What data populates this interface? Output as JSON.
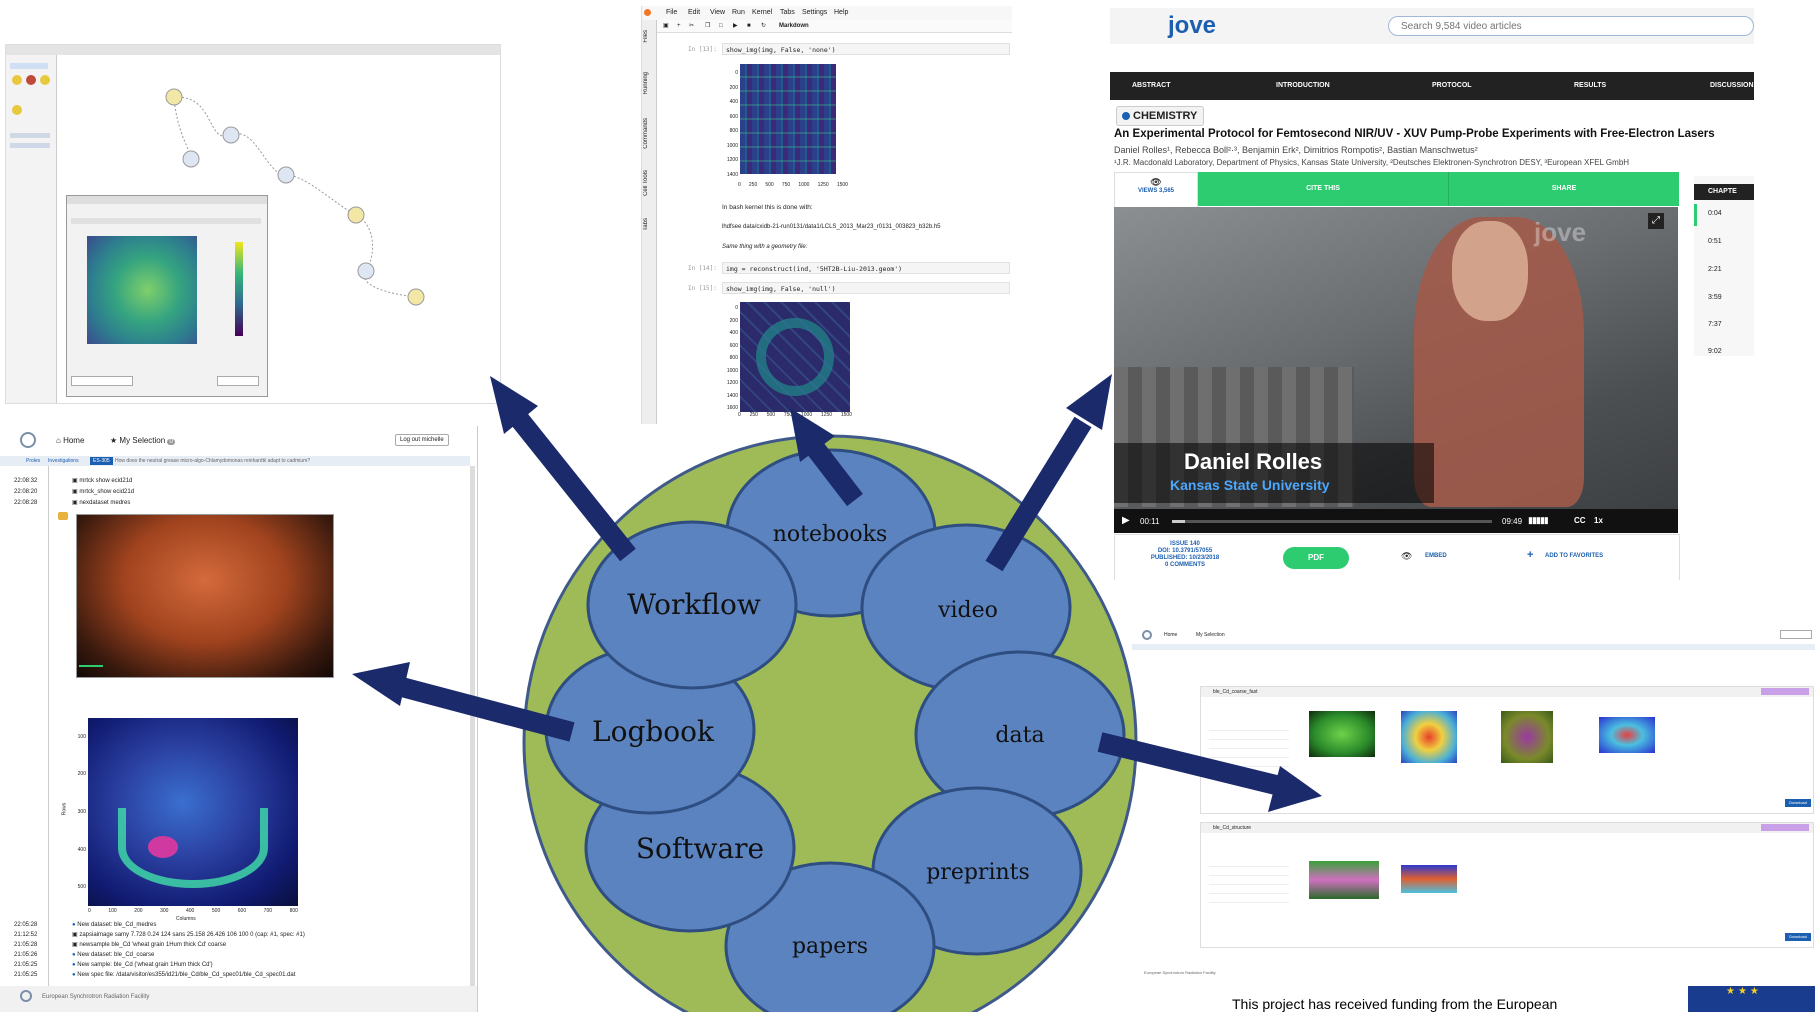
{
  "center": {
    "ring_labels": {
      "notebooks": "notebooks",
      "workflow": "Workflow",
      "video": "video",
      "logbook": "Logbook",
      "data": "data",
      "software": "Software",
      "preprints": "preprints",
      "papers": "papers"
    }
  },
  "notebook": {
    "menu": [
      "File",
      "Edit",
      "View",
      "Run",
      "Kernel",
      "Tabs",
      "Settings",
      "Help"
    ],
    "cell_type": "Markdown",
    "side_tabs": [
      "Files",
      "Running",
      "Commands",
      "Cell Tools",
      "Tabs"
    ],
    "cell1_prompt": "In [13]:",
    "cell1_code": "show_img(img, False, 'none')",
    "y_ticks": [
      "0",
      "200",
      "400",
      "600",
      "800",
      "1000",
      "1200",
      "1400"
    ],
    "x_ticks": [
      "0",
      "250",
      "500",
      "750",
      "1000",
      "1250",
      "1500"
    ],
    "md1": "In bash kernel this is done with:",
    "md2": "lhdfsee data/cxidb-21-run0131/data1/LCLS_2013_Mar23_r0131_003823_b32b.h5",
    "md3": "Same thing with a geometry file:",
    "cell2_prompt": "In [14]:",
    "cell2_code": "img = reconstruct(ind, '5HT2B-Liu-2013.geom')",
    "cell3_prompt": "In [15]:",
    "cell3_code": "show_img(img, False, 'null')",
    "y_ticks2": [
      "0",
      "200",
      "400",
      "600",
      "800",
      "1000",
      "1200",
      "1400",
      "1600"
    ],
    "x_ticks2": [
      "0",
      "250",
      "500",
      "750",
      "1000",
      "1250",
      "1500"
    ]
  },
  "jove": {
    "logo": "jove",
    "search_placeholder": "Search 9,584 video articles",
    "nav": [
      "ABSTRACT",
      "INTRODUCTION",
      "PROTOCOL",
      "RESULTS",
      "DISCUSSION"
    ],
    "section": "CHEMISTRY",
    "title": "An Experimental Protocol for Femtosecond NIR/UV - XUV Pump-Probe Experiments with Free-Electron Lasers",
    "authors": "Daniel Rolles¹, Rebecca Boll²·³, Benjamin Erk², Dimitrios Rompotis², Bastian Manschwetus²",
    "affiliations": "¹J.R. Macdonald Laboratory, Department of Physics, Kansas State University, ²Deutsches Elektronen-Synchrotron DESY, ³European XFEL GmbH",
    "views": "VIEWS 3,565",
    "cite": "CITE THIS",
    "share": "SHARE",
    "chapter_head": "CHAPTE",
    "chapters": [
      "0:04",
      "0:51",
      "2:21",
      "3:59",
      "7:37",
      "9:02"
    ],
    "speaker_name": "Daniel Rolles",
    "speaker_org": "Kansas State University",
    "time_current": "00:11",
    "time_total": "09:49",
    "cc": "CC",
    "speed": "1x",
    "issue": "ISSUE 140",
    "doi": "DOI: 10.3791/57055",
    "published": "PUBLISHED: 10/23/2018",
    "comments": "0 COMMENTS",
    "pdf": "PDF",
    "embed": "EMBED",
    "favorites": "ADD TO FAVORITES",
    "watermark": "jove"
  },
  "logbook": {
    "home": "Home",
    "selection": "My Selection",
    "selection_count": "0",
    "logout": "Log out michelle",
    "crumbs": [
      "Proles",
      "Investigations",
      "ES-305"
    ],
    "crumb_note": "How does the neutral grease micro-algo-Chlamydomonas reinhardtii adapt to cadmium?",
    "top_entries": [
      {
        "time": "22:08:32",
        "text": "mrtck show ecid21d"
      },
      {
        "time": "22:08:20",
        "text": "mrtck_show ecid21d"
      },
      {
        "time": "22:08:28",
        "text": "nexdataset medres"
      }
    ],
    "bottom_entries": [
      {
        "time": "22:05:28",
        "text": "New dataset: ble_Cd_medres"
      },
      {
        "time": "21:12:52",
        "text": "zapsiaimage samy 7.728 0.24 124 sans 25.158 26.426 106 100 0 (cap: #1, spec: #1)"
      },
      {
        "time": "21:05:28",
        "text": "newsample ble_Cd 'wheat grain 1Hum thick Cd' coarse"
      },
      {
        "time": "21:05:26",
        "text": "New dataset: ble_Cd_coarse"
      },
      {
        "time": "21:05:25",
        "text": "New sample: ble_Cd ('wheat grain 1Hum thick Cd')"
      },
      {
        "time": "21:05:25",
        "text": "New spec file: /data/visitor/es355/id21/ble_Cd/ble_Cd_spec01/ble_Cd_spec01.dat"
      }
    ],
    "plot_y_ticks": [
      "100",
      "200",
      "300",
      "400",
      "500"
    ],
    "plot_x_ticks": [
      "0",
      "100",
      "200",
      "300",
      "400",
      "500",
      "600",
      "700",
      "800"
    ],
    "plot_xlabel": "Columns",
    "plot_ylabel": "Rows",
    "footer": "European Synchrotron Radiation Facility"
  },
  "data_portal": {
    "home": "Home",
    "selection": "My Selection",
    "ds1_name": "ble_Cd_coarse_fast",
    "ds2_name": "ble_Cd_structure",
    "download": "Download",
    "footer": "European Synchrotron Radiation Facility"
  },
  "funding": {
    "text": "This project has received funding from the European"
  },
  "colors": {
    "arrow": "#1b2a6b",
    "ring_fill": "#9fbb58",
    "ring_stroke": "#3f5a8a",
    "bubble_fill": "#5b83c0",
    "bubble_stroke": "#2e4d80",
    "jove_green": "#2ecc71",
    "jove_dark": "#222222",
    "jove_blue": "#1c5fb0"
  }
}
